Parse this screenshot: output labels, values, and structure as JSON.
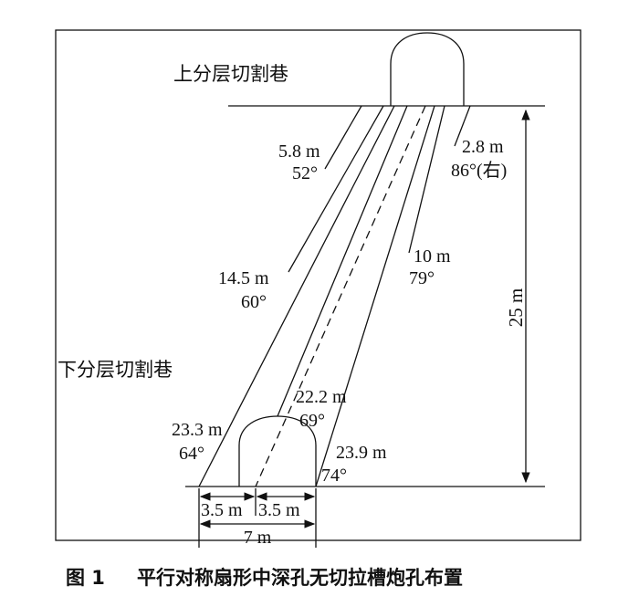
{
  "labels": {
    "upper_tunnel": "上分层切割巷",
    "lower_tunnel": "下分层切割巷"
  },
  "holes": [
    {
      "length": "5.8 m",
      "angle": "52°"
    },
    {
      "length": "2.8 m",
      "angle": "86°(右)"
    },
    {
      "length": "14.5 m",
      "angle": "60°"
    },
    {
      "length": "10 m",
      "angle": "79°"
    },
    {
      "length": "22.2 m",
      "angle": "69°"
    },
    {
      "length": "23.3 m",
      "angle": "64°"
    },
    {
      "length": "23.9 m",
      "angle": "74°"
    }
  ],
  "dimensions": {
    "height": "25 m",
    "half_left": "3.5 m",
    "half_right": "3.5 m",
    "total_width": "7 m"
  },
  "caption": {
    "number": "图 1",
    "title": "平行对称扇形中深孔无切拉槽炮孔布置"
  }
}
